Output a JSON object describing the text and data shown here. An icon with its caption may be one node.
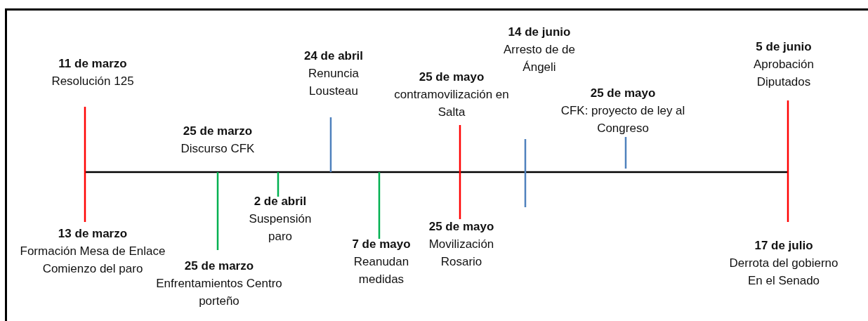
{
  "diagram": {
    "nodes": [
      {
        "text": [
          "11 de marzo",
          "Resolución 125"
        ]
      },
      {
        "text": [
          "14 de junio",
          "Arresto de de Ángeli"
        ]
      },
      {
        "text": [
          "24 de abril",
          "Renuncia Lousteau"
        ]
      },
      {
        "text": [
          "5 de junio",
          "Aprobación Diputados"
        ]
      },
      {
        "text": [
          "25 de mayo",
          "contramovilización en Salta"
        ]
      },
      {
        "text": [
          "25 de mayo",
          "CFK: proyecto de ley al Congreso"
        ]
      },
      {
        "text": [
          "25 de marzo",
          "Discurso CFK"
        ]
      },
      {
        "text": [
          "2 de abril",
          "Suspensión paro"
        ]
      },
      {
        "text": [
          "25 de mayo",
          "Movilización Rosario"
        ]
      },
      {
        "text": [
          "13 de marzo",
          "Formación Mesa de Enlace",
          "Comienzo del paro"
        ]
      },
      {
        "text": [
          "7 de mayo",
          "Reanudan medidas"
        ]
      },
      {
        "text": [
          "17 de julio",
          "Derrota del gobierno",
          "En el Senado"
        ]
      },
      {
        "text": [
          "25 de marzo",
          "Enfrentamientos Centro porteño"
        ]
      }
    ]
  }
}
